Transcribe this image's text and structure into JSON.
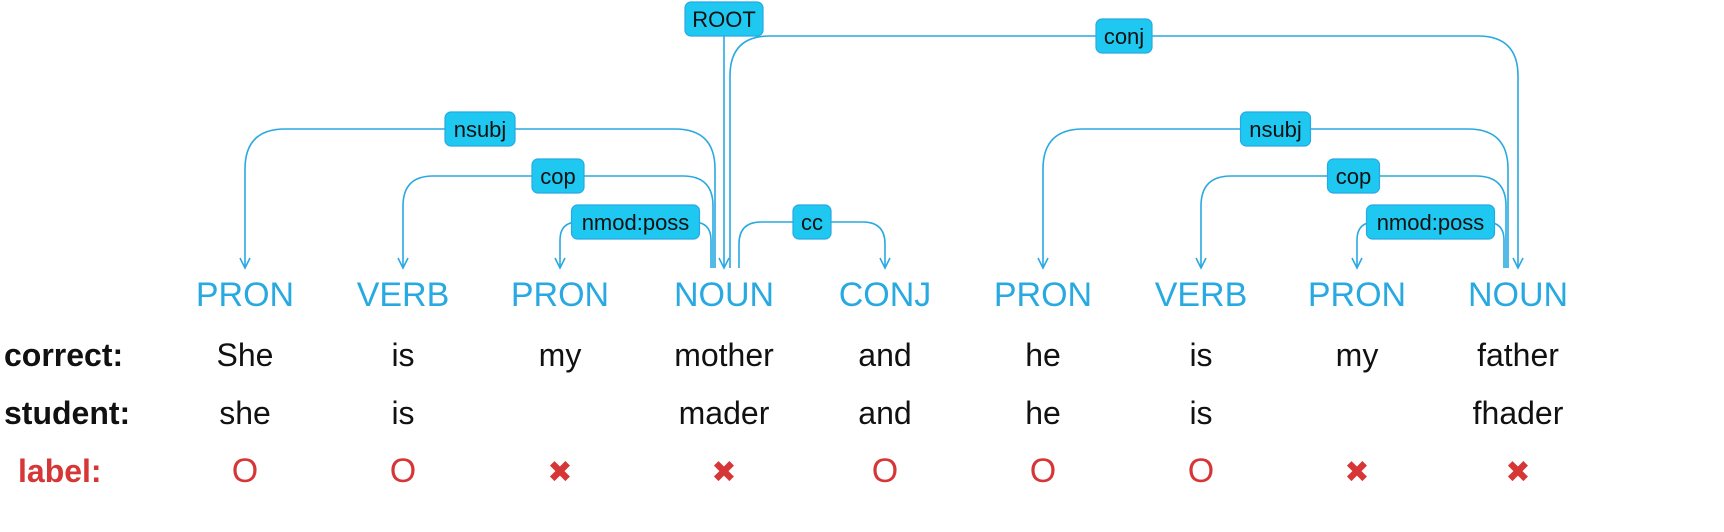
{
  "tokens": [
    {
      "pos": "PRON",
      "correct": "She",
      "student": "she",
      "label": "O"
    },
    {
      "pos": "VERB",
      "correct": "is",
      "student": "is",
      "label": "O"
    },
    {
      "pos": "PRON",
      "correct": "my",
      "student": "",
      "label": "✖"
    },
    {
      "pos": "NOUN",
      "correct": "mother",
      "student": "mader",
      "label": "✖"
    },
    {
      "pos": "CONJ",
      "correct": "and",
      "student": "and",
      "label": "O"
    },
    {
      "pos": "PRON",
      "correct": "he",
      "student": "he",
      "label": "O"
    },
    {
      "pos": "VERB",
      "correct": "is",
      "student": "is",
      "label": "O"
    },
    {
      "pos": "PRON",
      "correct": "my",
      "student": "",
      "label": "✖"
    },
    {
      "pos": "NOUN",
      "correct": "father",
      "student": "fhader",
      "label": "✖"
    }
  ],
  "row_labels": {
    "correct": "correct:",
    "student": "student:",
    "label": "label:"
  },
  "root_label": "ROOT",
  "root_token": 3,
  "arcs": [
    {
      "rel": "conj",
      "head": 3,
      "dep": 8
    },
    {
      "rel": "nsubj",
      "head": 3,
      "dep": 0
    },
    {
      "rel": "cop",
      "head": 3,
      "dep": 1
    },
    {
      "rel": "nmod:poss",
      "head": 3,
      "dep": 2
    },
    {
      "rel": "cc",
      "head": 3,
      "dep": 4
    },
    {
      "rel": "nsubj",
      "head": 8,
      "dep": 5
    },
    {
      "rel": "cop",
      "head": 8,
      "dep": 6
    },
    {
      "rel": "nmod:poss",
      "head": 8,
      "dep": 7
    }
  ],
  "colors": {
    "arc": "#29a9e1",
    "label_box": "#1ec8f0",
    "pos_text": "#29a9e1",
    "mark": "#d63636"
  }
}
